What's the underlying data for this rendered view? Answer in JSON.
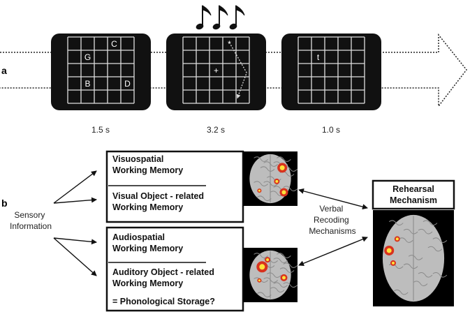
{
  "panel_a": {
    "label": "a",
    "screens": [
      {
        "duration": "1.5 s",
        "letters": [
          {
            "text": "C",
            "col": 3,
            "row": 0
          },
          {
            "text": "G",
            "col": 1,
            "row": 1
          },
          {
            "text": "B",
            "col": 1,
            "row": 3
          },
          {
            "text": "D",
            "col": 4,
            "row": 3
          }
        ]
      },
      {
        "duration": "3.2 s",
        "letters": [
          {
            "text": "+",
            "col": 2,
            "row": 2
          },
          {
            "text": "*",
            "col": 3,
            "row": 0
          }
        ],
        "has_motion_arrow": true,
        "has_music_notes": true
      },
      {
        "duration": "1.0 s",
        "letters": [
          {
            "text": "t",
            "col": 1,
            "row": 1
          }
        ]
      }
    ],
    "grid_size": 5
  },
  "panel_b": {
    "label": "b",
    "sensory": [
      "Sensory",
      "Information"
    ],
    "visual_box": {
      "top": [
        "Visuospatial",
        "Working Memory"
      ],
      "bottom": [
        "Visual Object - related",
        "Working Memory"
      ]
    },
    "auditory_box": {
      "top": [
        "Audiospatial",
        "Working Memory"
      ],
      "bottom": [
        "Auditory Object - related",
        "Working Memory"
      ],
      "note": "= Phonological Storage?"
    },
    "verbal": [
      "Verbal",
      "Recoding",
      "Mechanisms"
    ],
    "rehearsal": [
      "Rehearsal",
      "Mechanism"
    ]
  },
  "colors": {
    "screen": "#111111",
    "grid": "#e0e0e0",
    "brain": "#bdbdbd",
    "activation_red": "#d8321e",
    "activation_yellow": "#ffe23a"
  }
}
